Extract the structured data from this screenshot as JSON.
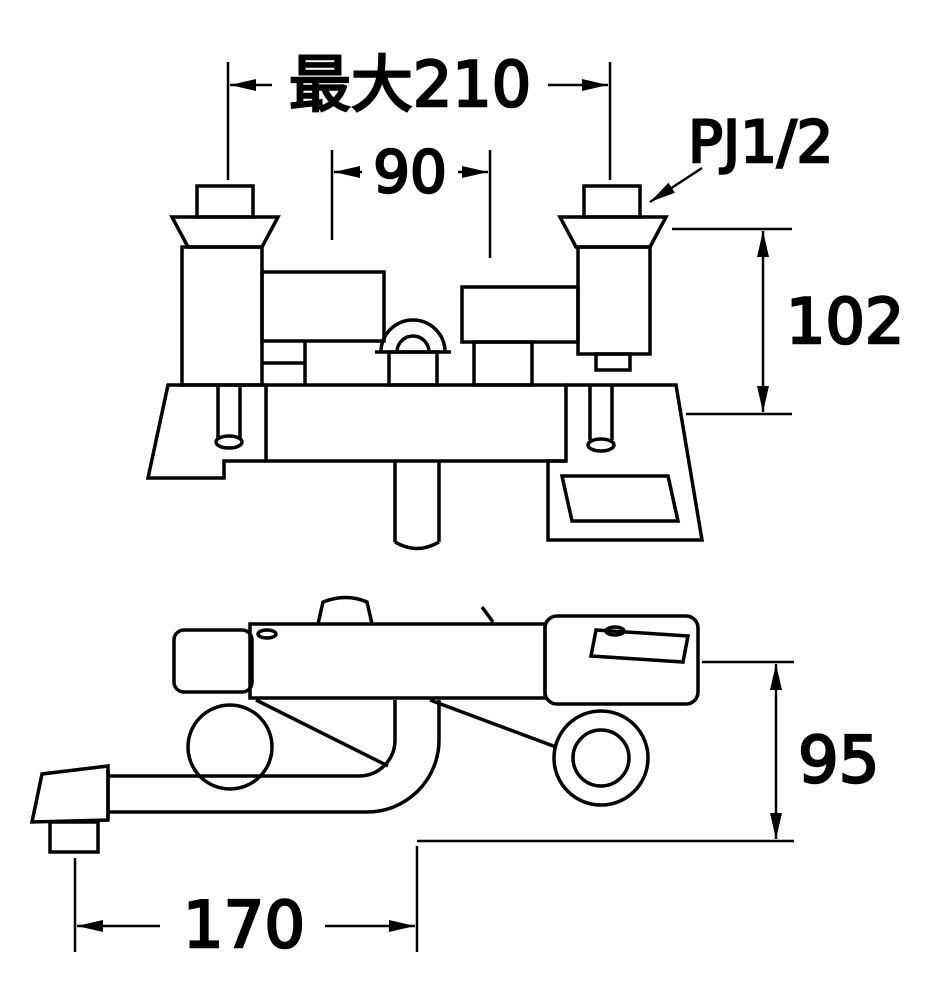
{
  "colors": {
    "background": "#ffffff",
    "line": "#000000"
  },
  "dimensions": {
    "max_width": "最大210",
    "union_pitch": "90",
    "thread_size": "PJ1/2",
    "height": "102",
    "depth": "95",
    "reach": "170"
  }
}
